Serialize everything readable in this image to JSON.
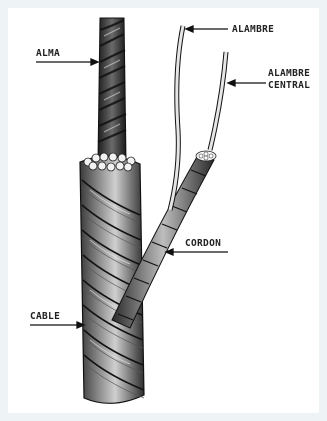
{
  "labels": {
    "alma": "ALMA",
    "alambre": "ALAMBRE",
    "alambre_central_1": "ALAMBRE",
    "alambre_central_2": "CENTRAL",
    "cordon": "CORDON",
    "cable": "CABLE"
  },
  "colors": {
    "background": "#eef4f6",
    "panel": "#ffffff",
    "ink": "#222222",
    "wire": "#cccccc"
  }
}
